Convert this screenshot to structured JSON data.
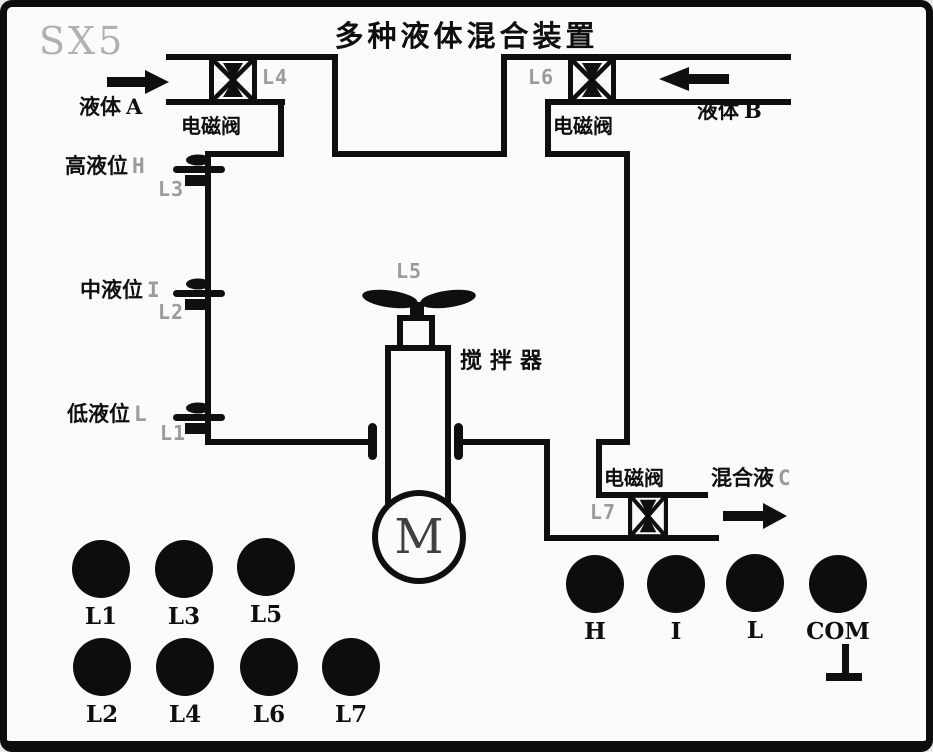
{
  "colors": {
    "ink": "#0f0f0f",
    "tag_gray": "#9b9b9b",
    "panel_bg": "#fbfbfb"
  },
  "header": {
    "code": "SX5",
    "title": "多种液体混合装置"
  },
  "inlet_a": {
    "flow_label": "液体",
    "flow_suffix": "A",
    "valve_label": "电磁阀",
    "valve_tag": "L4"
  },
  "inlet_b": {
    "flow_label": "液体",
    "flow_suffix": "B",
    "valve_label": "电磁阀",
    "valve_tag": "L6"
  },
  "outlet": {
    "flow_label": "混合液",
    "flow_suffix": "C",
    "valve_label": "电磁阀",
    "valve_tag": "L7"
  },
  "sensors": {
    "high": {
      "label": "高液位",
      "suffix": "H",
      "tag": "L3"
    },
    "mid": {
      "label": "中液位",
      "suffix": "I",
      "tag": "L2"
    },
    "low": {
      "label": "低液位",
      "suffix": "L",
      "tag": "L1"
    }
  },
  "mixer": {
    "tag": "L5",
    "label": "搅拌器",
    "motor": "M"
  },
  "terminals": {
    "left_row1": [
      "L1",
      "L3",
      "L5"
    ],
    "left_row2": [
      "L2",
      "L4",
      "L6",
      "L7"
    ],
    "right": [
      "H",
      "I",
      "L",
      "COM"
    ]
  }
}
